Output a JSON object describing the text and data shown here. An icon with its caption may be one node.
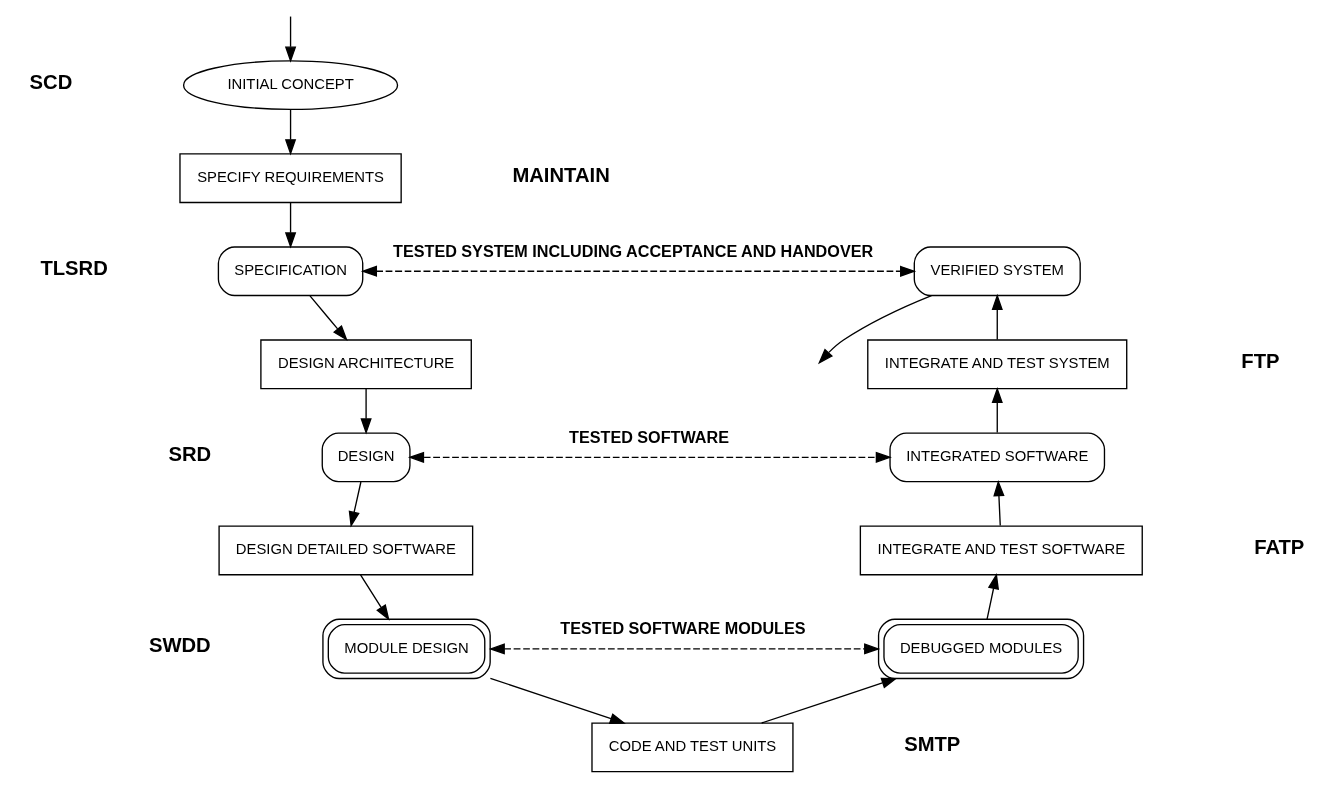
{
  "diagram": {
    "nodes": [
      {
        "text": [
          "INITIAL CONCEPT"
        ]
      },
      {
        "text": [
          "SPECIFY REQUIREMENTS"
        ]
      },
      {
        "text": [
          "SPECIFICATION"
        ]
      },
      {
        "text": [
          "DESIGN ARCHITECTURE"
        ]
      },
      {
        "text": [
          "DESIGN"
        ]
      },
      {
        "text": [
          "DESIGN DETAILED SOFTWARE"
        ]
      },
      {
        "text": [
          "MODULE DESIGN"
        ]
      },
      {
        "text": [
          "CODE AND TEST UNITS"
        ]
      },
      {
        "text": [
          "DEBUGGED MODULES"
        ]
      },
      {
        "text": [
          "INTEGRATE AND TEST SOFTWARE"
        ]
      },
      {
        "text": [
          "INTEGRATED SOFTWARE"
        ]
      },
      {
        "text": [
          "INTEGRATE AND TEST SYSTEM"
        ]
      },
      {
        "text": [
          "VERIFIED SYSTEM"
        ]
      }
    ],
    "edges": [
      {
        "from": null,
        "to": 0,
        "arrow": "to"
      },
      {
        "from": 0,
        "to": 1,
        "arrow": "to"
      },
      {
        "from": 1,
        "to": 2,
        "arrow": "to"
      },
      {
        "from": 2,
        "to": 3,
        "arrow": "to"
      },
      {
        "from": 3,
        "to": 4,
        "arrow": "to"
      },
      {
        "from": 4,
        "to": 5,
        "arrow": "to"
      },
      {
        "from": 5,
        "to": 6,
        "arrow": "to"
      },
      {
        "from": 6,
        "to": 7,
        "arrow": "to"
      },
      {
        "from": 7,
        "to": 8,
        "arrow": "to"
      },
      {
        "from": 8,
        "to": 9,
        "arrow": "to"
      },
      {
        "from": 9,
        "to": 10,
        "arrow": "to"
      },
      {
        "from": 10,
        "to": 11,
        "arrow": "to"
      },
      {
        "from": 11,
        "to": 12,
        "arrow": "to"
      },
      {
        "from": 12,
        "to": null,
        "arrow": "to"
      },
      {
        "from": 2,
        "to": 12,
        "arrow": "both",
        "style": "dashed",
        "label": "TESTED SYSTEM INCLUDING ACCEPTANCE AND HANDOVER"
      },
      {
        "from": 4,
        "to": 10,
        "arrow": "both",
        "style": "dashed",
        "label": "TESTED SOFTWARE"
      },
      {
        "from": 6,
        "to": 8,
        "arrow": "both",
        "style": "dashed",
        "label": "TESTED SOFTWARE MODULES"
      }
    ],
    "labels": [
      "MAINTAIN",
      "SCD",
      "TLSRD",
      "SRD",
      "SWDD",
      "SMTP",
      "FATP",
      "FTP"
    ]
  }
}
